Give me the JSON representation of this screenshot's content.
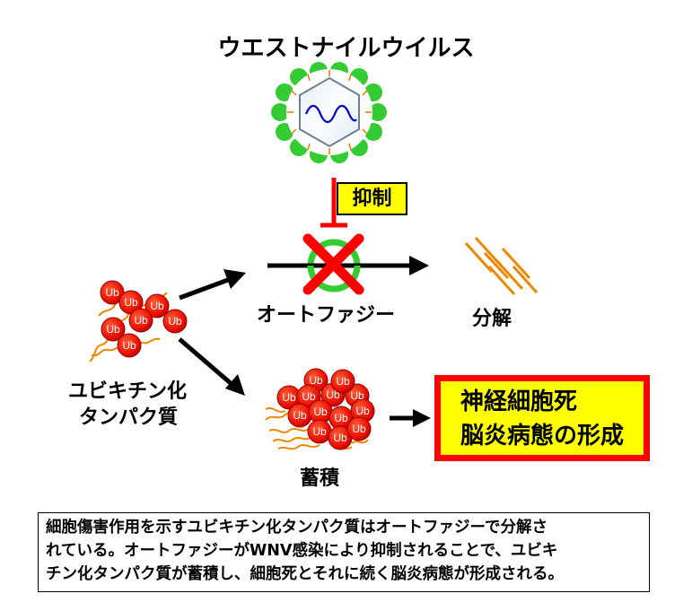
{
  "title": "ウエストナイルウイルス",
  "inhibit_label": "抑制",
  "autophagy_label": "オートファジー",
  "degradation_label": "分解",
  "ub_protein_label": [
    "ユビキチン化",
    "タンパク質"
  ],
  "accumulation_label": "蓄積",
  "ub_tag": "Ub",
  "result_box": [
    "神経細胞死",
    "脳炎病態の形成"
  ],
  "caption_lines": [
    "細胞傷害作用を示すユビキチン化タンパク質はオートファジーで分解さ",
    "れている。オートファジーがWNV感染により抑制されることで、ユビキ",
    "チン化タンパク質が蓄積し、細胞死とそれに続く脳炎病態が形成される。"
  ],
  "colors": {
    "virus_green": "#33cc33",
    "ub_red": "#ff0000",
    "cross_red": "#ff0000",
    "highlight_yellow": "#ffff00",
    "fragment_orange": "#ee8800",
    "rna_blue": "#0000cc"
  }
}
